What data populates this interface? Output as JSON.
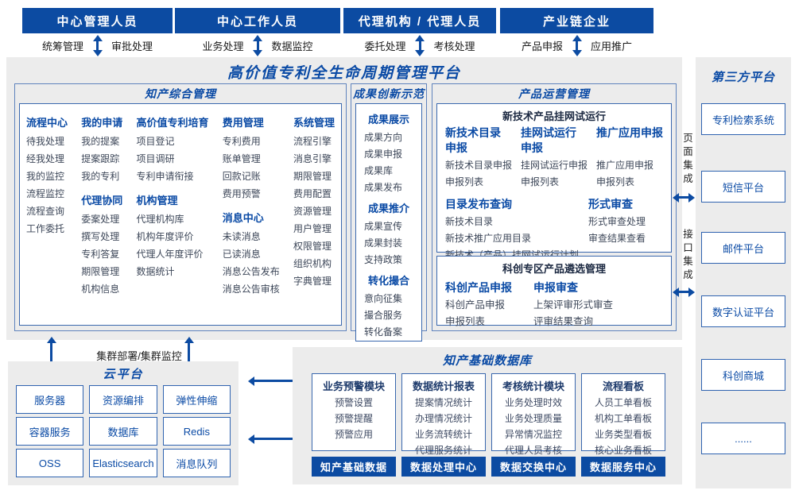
{
  "colors": {
    "dark_blue": "#0c4ba2",
    "title_blue": "#0a4aa5",
    "item_text": "#3d4759",
    "panel_gray": "#ececec"
  },
  "roles": [
    {
      "title": "中心管理人员",
      "left_label": "统筹管理",
      "right_label": "审批处理"
    },
    {
      "title": "中心工作人员",
      "left_label": "业务处理",
      "right_label": "数据监控"
    },
    {
      "title": "代理机构 / 代理人员",
      "left_label": "委托处理",
      "right_label": "考核处理"
    },
    {
      "title": "产业链企业",
      "left_label": "产品申报",
      "right_label": "应用推广"
    }
  ],
  "platform_title": "高价值专利全生命周期管理平台",
  "ip_mgmt": {
    "title": "知产综合管理",
    "columns": [
      {
        "groups": [
          {
            "title": "流程中心",
            "items": [
              "待我处理",
              "经我处理",
              "我的监控",
              "流程监控",
              "流程查询",
              "工作委托"
            ]
          }
        ]
      },
      {
        "groups": [
          {
            "title": "我的申请",
            "items": [
              "我的提案",
              "提案跟踪",
              "我的专利"
            ]
          },
          {
            "title": "代理协同",
            "items": [
              "委案处理",
              "撰写处理",
              "专利答复",
              "期限管理",
              "机构信息"
            ]
          }
        ]
      },
      {
        "groups": [
          {
            "title": "高价值专利培育",
            "items": [
              "项目登记",
              "项目调研",
              "专利申请衔接"
            ]
          },
          {
            "title": "机构管理",
            "items": [
              "代理机构库",
              "机构年度评价",
              "代理人年度评价",
              "数据统计"
            ]
          }
        ]
      },
      {
        "groups": [
          {
            "title": "费用管理",
            "items": [
              "专利费用",
              "账单管理",
              "回款记账",
              "费用预警"
            ]
          },
          {
            "title": "消息中心",
            "items": [
              "未读消息",
              "已读消息",
              "消息公告发布",
              "消息公告审核"
            ]
          }
        ]
      },
      {
        "groups": [
          {
            "title": "系统管理",
            "items": [
              "流程引擎",
              "消息引擎",
              "期限管理",
              "费用配置",
              "资源管理",
              "用户管理",
              "权限管理",
              "组织机构",
              "字典管理"
            ]
          }
        ]
      }
    ]
  },
  "achievement": {
    "title": "成果创新示范",
    "groups": [
      {
        "title": "成果展示",
        "items": [
          "成果方向",
          "成果申报",
          "成果库",
          "成果发布"
        ]
      },
      {
        "title": "成果推介",
        "items": [
          "成果宣传",
          "成果封装",
          "支持政策"
        ]
      },
      {
        "title": "转化撮合",
        "items": [
          "意向征集",
          "撮合服务",
          "转化备案"
        ]
      }
    ]
  },
  "product_ops": {
    "title": "产品运营管理",
    "trial_box": {
      "title": "新技术产品挂网试运行",
      "groups": [
        {
          "title": "新技术目录申报",
          "items": [
            "新技术目录申报",
            "申报列表"
          ]
        },
        {
          "title": "挂网试运行申报",
          "items": [
            "挂网试运行申报",
            "申报列表"
          ]
        },
        {
          "title": "推广应用申报",
          "items": [
            "推广应用申报",
            "申报列表"
          ]
        }
      ],
      "catalog_group": {
        "title": "目录发布查询",
        "row1": [
          "新技术目录",
          "新技术推广应用目录"
        ],
        "row2": "新技术（产品）挂网试运行计划"
      },
      "review_group": {
        "title": "形式审查",
        "items": [
          "形式审查处理",
          "审查结果查看"
        ]
      }
    },
    "selection_box": {
      "title": "科创专区产品遴选管理",
      "groups": [
        {
          "title": "科创产品申报",
          "items": [
            "科创产品申报",
            "申报列表"
          ]
        },
        {
          "title": "申报审查",
          "items": [
            "上架评审形式审查",
            "评审结果查询"
          ]
        }
      ]
    }
  },
  "third_party": {
    "title": "第三方平台",
    "items": [
      "专利检索系统",
      "短信平台",
      "邮件平台",
      "数字认证平台",
      "科创商城",
      "......"
    ]
  },
  "integration": {
    "page": "页面集成",
    "interface": "接口集成"
  },
  "cluster_label": "集群部署/集群监控",
  "cloud": {
    "title": "云平台",
    "items": [
      "服务器",
      "资源编排",
      "弹性伸缩",
      "容器服务",
      "数据库",
      "Redis",
      "OSS",
      "Elasticsearch",
      "消息队列"
    ]
  },
  "data_platform": {
    "title": "知产基础数据库",
    "modules": [
      {
        "title": "业务预警模块",
        "items": [
          "预警设置",
          "预警提醒",
          "预警应用"
        ],
        "footer": "知产基础数据"
      },
      {
        "title": "数据统计报表",
        "items": [
          "提案情况统计",
          "办理情况统计",
          "业务流转统计",
          "代理服务统计"
        ],
        "footer": "数据处理中心"
      },
      {
        "title": "考核统计模块",
        "items": [
          "业务处理时效",
          "业务处理质量",
          "异常情况监控",
          "代理人员考核"
        ],
        "footer": "数据交换中心"
      },
      {
        "title": "流程看板",
        "items": [
          "人员工单看板",
          "机构工单看板",
          "业务类型看板",
          "核心业务看板"
        ],
        "footer": "数据服务中心"
      }
    ]
  }
}
